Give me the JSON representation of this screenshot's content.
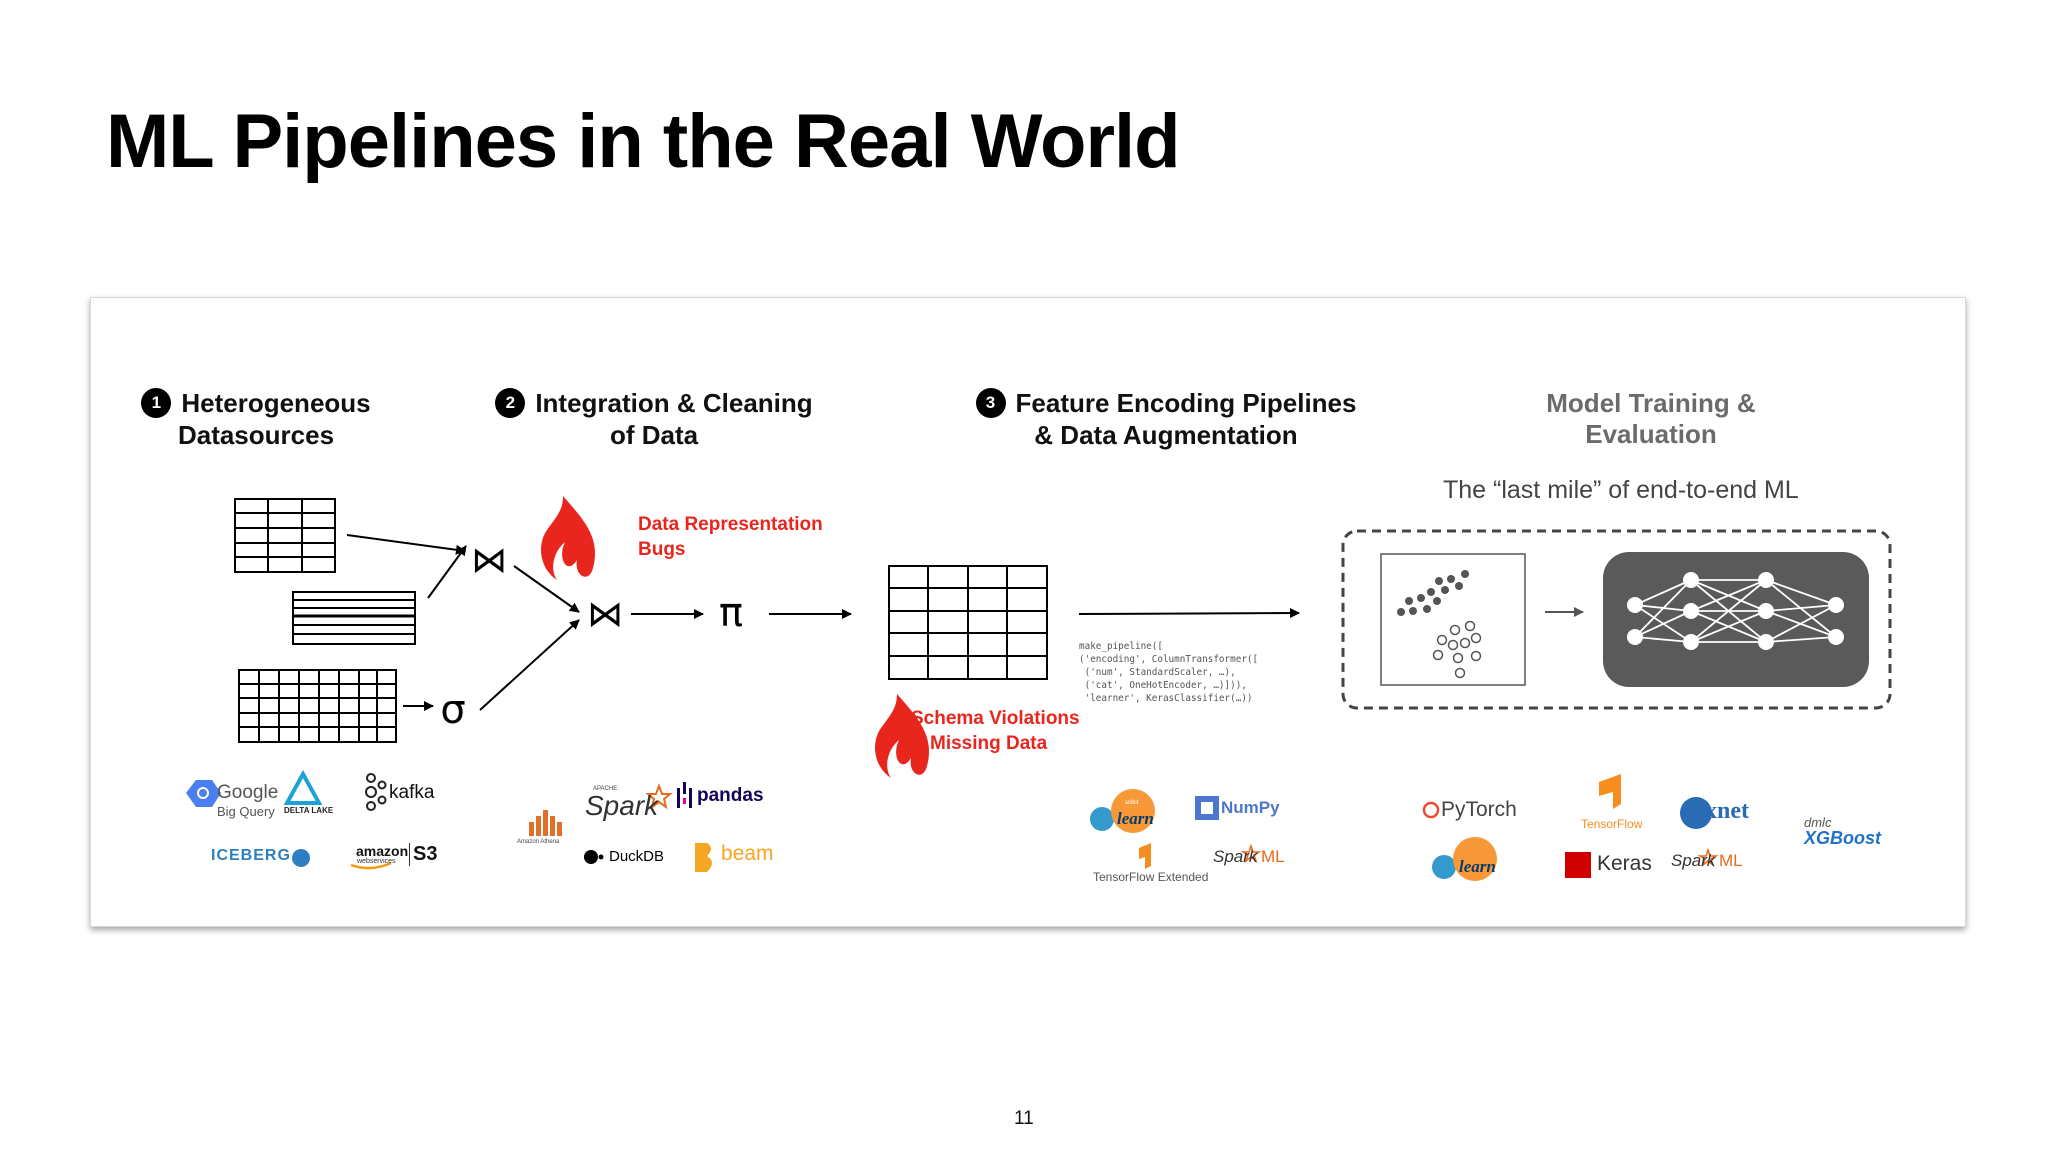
{
  "slide": {
    "title": "ML Pipelines in the Real World",
    "page_number": "11"
  },
  "stages": [
    {
      "number": "1",
      "line1": "Heterogeneous",
      "line2": "Datasources"
    },
    {
      "number": "2",
      "line1": "Integration & Cleaning",
      "line2": "of Data"
    },
    {
      "number": "3",
      "line1": "Feature Encoding Pipelines",
      "line2": "& Data Augmentation"
    },
    {
      "number": "",
      "line1": "Model Training &",
      "line2": "Evaluation"
    }
  ],
  "last_mile": "The “last mile” of end-to-end ML",
  "warnings": [
    {
      "line1": "Data Representation",
      "line2": "Bugs"
    },
    {
      "line1": "Schema Violations",
      "line2": "& Missing Data"
    }
  ],
  "operators": {
    "join": "⋈",
    "project": "π",
    "select": "σ"
  },
  "code_snippet": "make_pipeline([\n('encoding', ColumnTransformer([\n ('num', StandardScaler, …),\n ('cat', OneHotEncoder, …)])),\n 'learner', KerasClassifier(…))",
  "logos": {
    "datasources": {
      "google": "Google",
      "bigquery": "Big Query",
      "deltalake": "DELTA LAKE",
      "kafka": "kafka",
      "iceberg": "ICEBERG",
      "amazon": "amazon",
      "webservices": "webservices",
      "s3": "S3"
    },
    "integration": {
      "athena": "Amazon Athena",
      "apache_small": "APACHE",
      "spark": "Spark",
      "pandas": "pandas",
      "duckdb": "DuckDB",
      "beam": "beam"
    },
    "features": {
      "sklearn_small": "scikit",
      "learn": "learn",
      "numpy": "NumPy",
      "tfx": "TensorFlow Extended",
      "spark": "Spark",
      "ml": "ML"
    },
    "training": {
      "pytorch": "PyTorch",
      "tensorflow": "TensorFlow",
      "mxnet": "mxnet",
      "dmlc": "dmlc",
      "xgboost": "XGBoost",
      "learn": "learn",
      "keras": "Keras",
      "spark": "Spark",
      "ml": "ML"
    }
  },
  "colors": {
    "accent_red": "#e8261e",
    "nn_box": "#5a5a5a",
    "heading_gray": "#6b6b6b"
  }
}
